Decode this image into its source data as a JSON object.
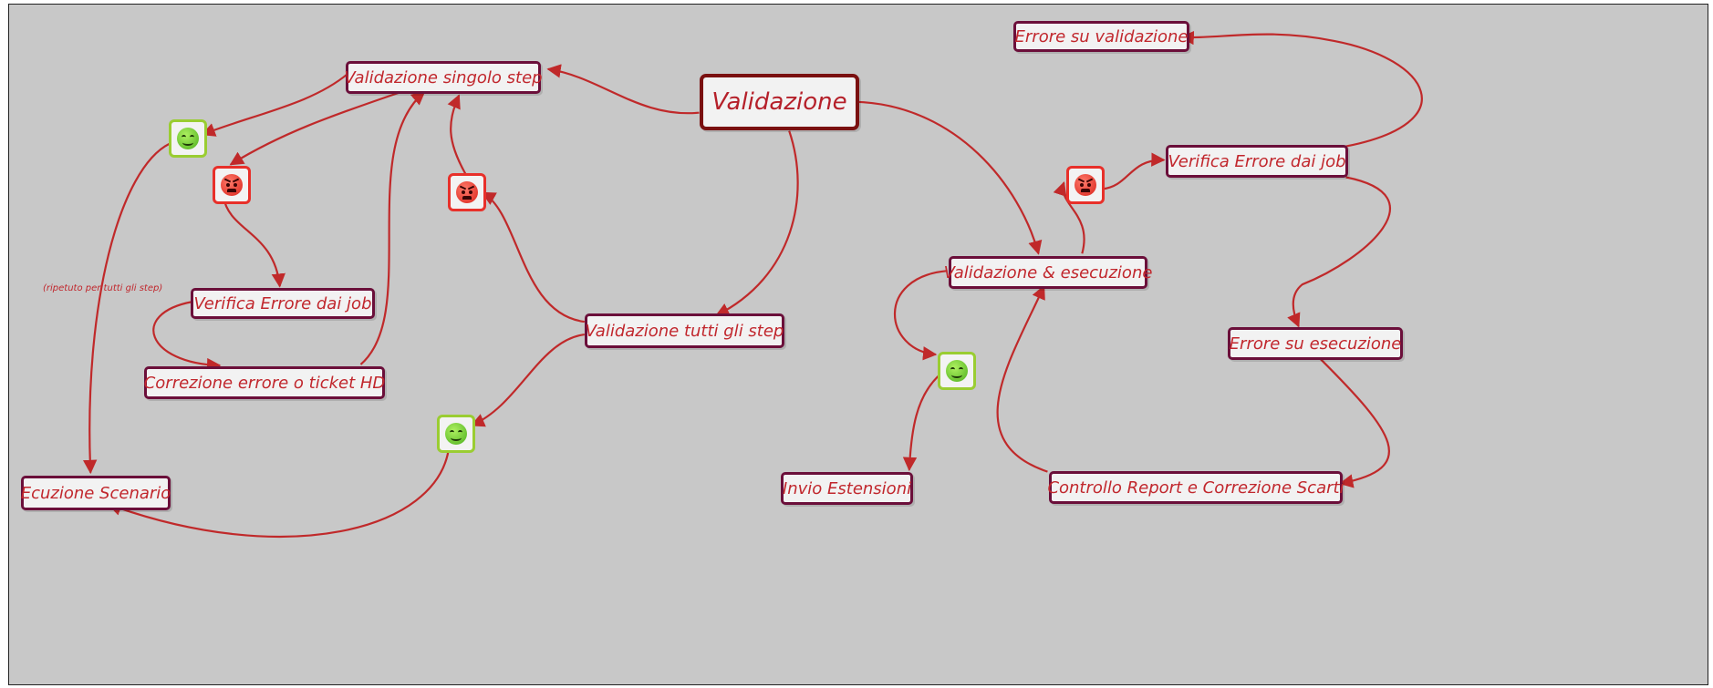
{
  "diagram": {
    "root": "Validazione",
    "nodes": {
      "validazione_singolo_step": "Validazione singolo step",
      "verifica_errore_left": "Verifica Errore dai job",
      "correzione_errore": "Correzione errore o ticket HD",
      "ecuzione_scenario": "Ecuzione Scenario",
      "validazione_tutti_step": "Validazione tutti gli step",
      "validazione_esecuzione": "Validazione & esecuzione",
      "invio_estensioni": "Invio Estensioni",
      "errore_validazione": "Errore su validazione",
      "verifica_errore_right": "Verifica Errore dai job",
      "errore_esecuzione": "Errore su esecuzione",
      "controllo_report": "Controllo Report e Correzione Scarti"
    },
    "annotation": "(ripetuto per tutti gli step)",
    "icons": {
      "happy": "happy-face-icon",
      "angry": "angry-face-icon"
    },
    "colors": {
      "background": "#c8c8c8",
      "edge": "#c0292a",
      "node_border": "#6b0f3a",
      "node_text": "#c1272d",
      "happy_border": "#9acd32",
      "angry_border": "#e8302a"
    }
  }
}
